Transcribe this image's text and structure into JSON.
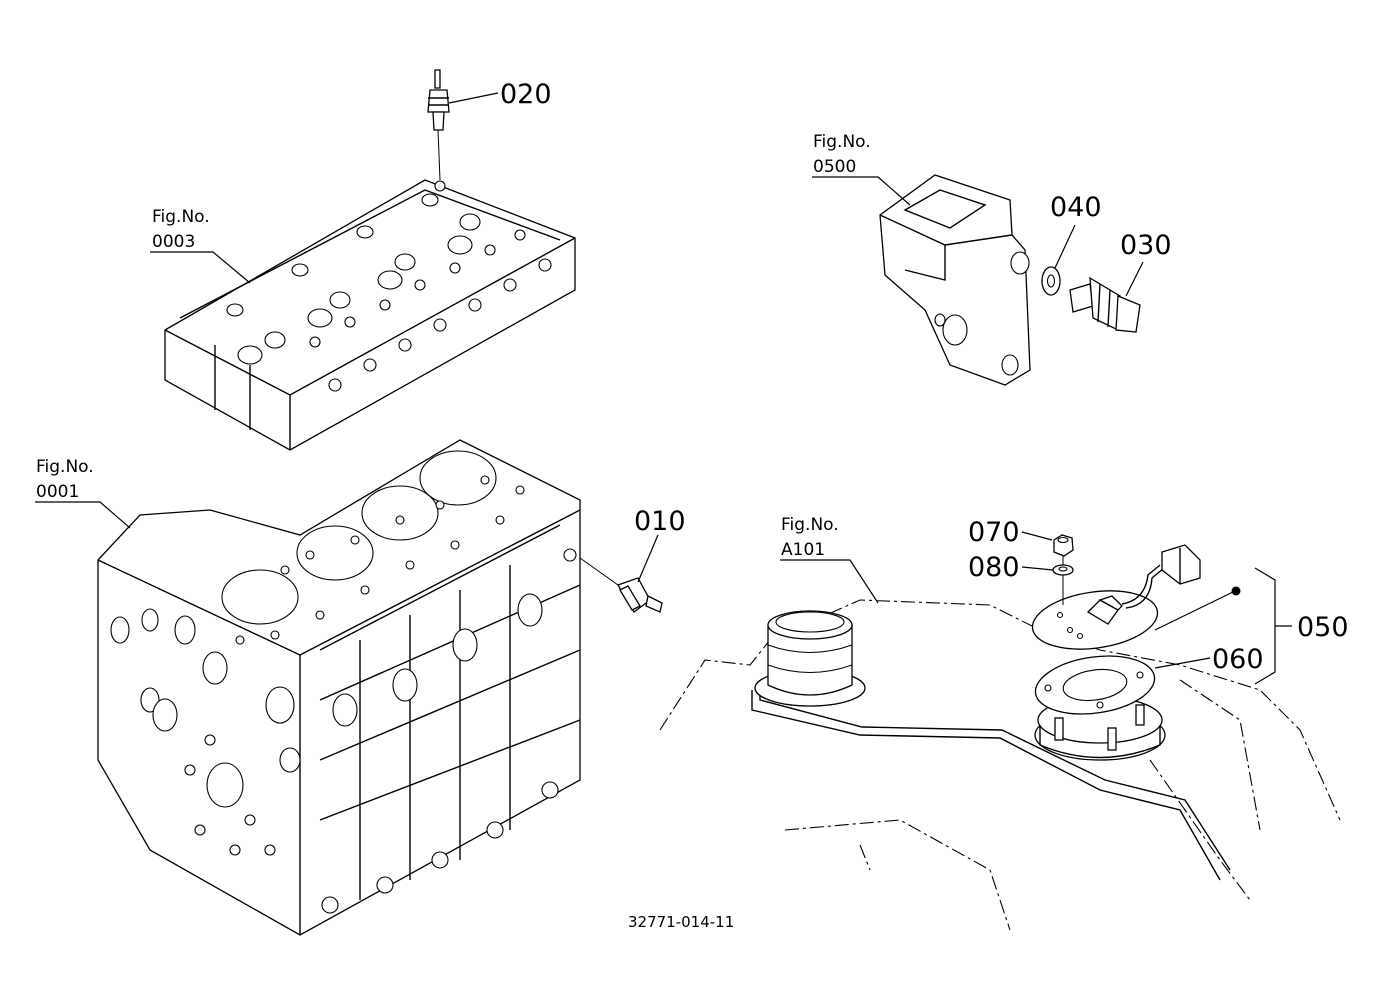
{
  "callouts": {
    "p010": "010",
    "p020": "020",
    "p030": "030",
    "p040": "040",
    "p050": "050",
    "p060": "060",
    "p070": "070",
    "p080": "080"
  },
  "figure_refs": {
    "fig_0003": {
      "label": "Fig.No.",
      "number": "0003"
    },
    "fig_0001": {
      "label": "Fig.No.",
      "number": "0001"
    },
    "fig_0500": {
      "label": "Fig.No.",
      "number": "0500"
    },
    "fig_a101": {
      "label": "Fig.No.",
      "number": "A101"
    }
  },
  "drawing_number": "32771-014-11"
}
